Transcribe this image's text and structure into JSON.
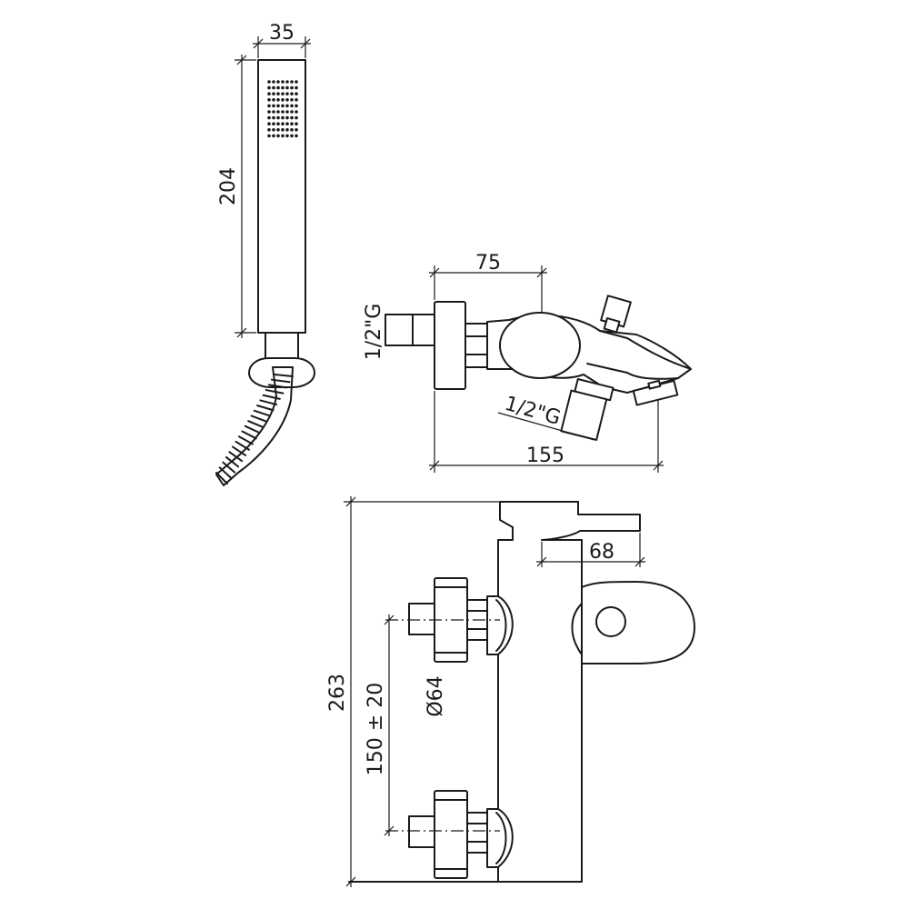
{
  "dimensions": {
    "handshower_width": "35",
    "handshower_length": "204",
    "depth_to_lever": "75",
    "inlet_thread": "1/2\"G",
    "outlet_thread": "1/2\"G",
    "total_depth": "155",
    "lever_to_wall": "68",
    "total_height": "263",
    "flange_diameter": "Ø64",
    "inlet_spacing": "150 ± 20"
  }
}
